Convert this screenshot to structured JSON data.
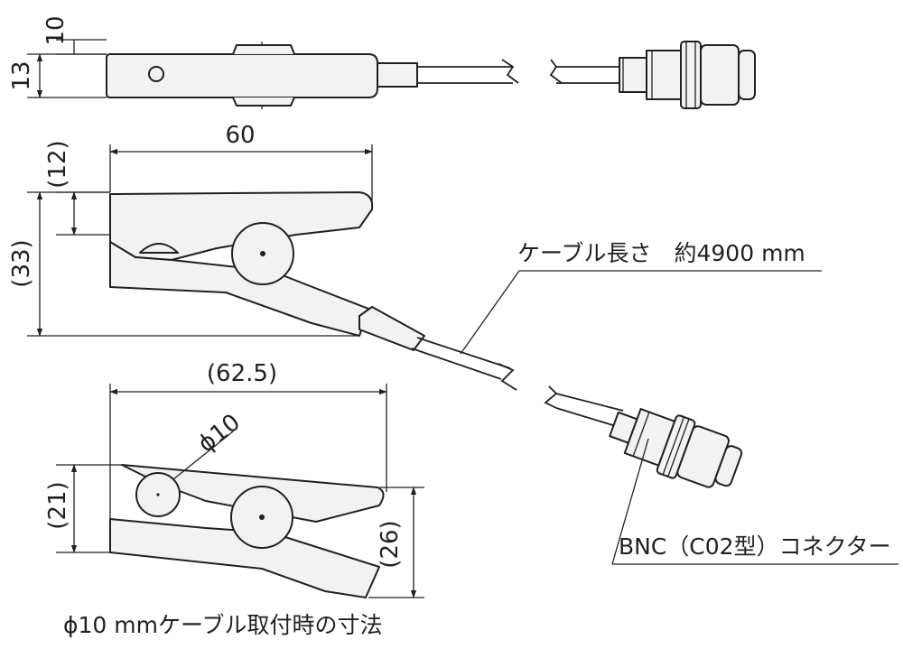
{
  "dimensions": {
    "top_thin": "10",
    "top_height": "13",
    "width": "60",
    "open_gap": "(12)",
    "overall_height": "(33)",
    "width_with_cable": "(62.5)",
    "cable_diameter": "ϕ10",
    "jaw_height": "(21)",
    "tip_height": "(26)"
  },
  "annotations": {
    "cable_length": "ケーブル長さ　約4900 mm",
    "connector": "BNC（C02型）コネクター",
    "caption": "ϕ10 mmケーブル取付時の寸法"
  }
}
